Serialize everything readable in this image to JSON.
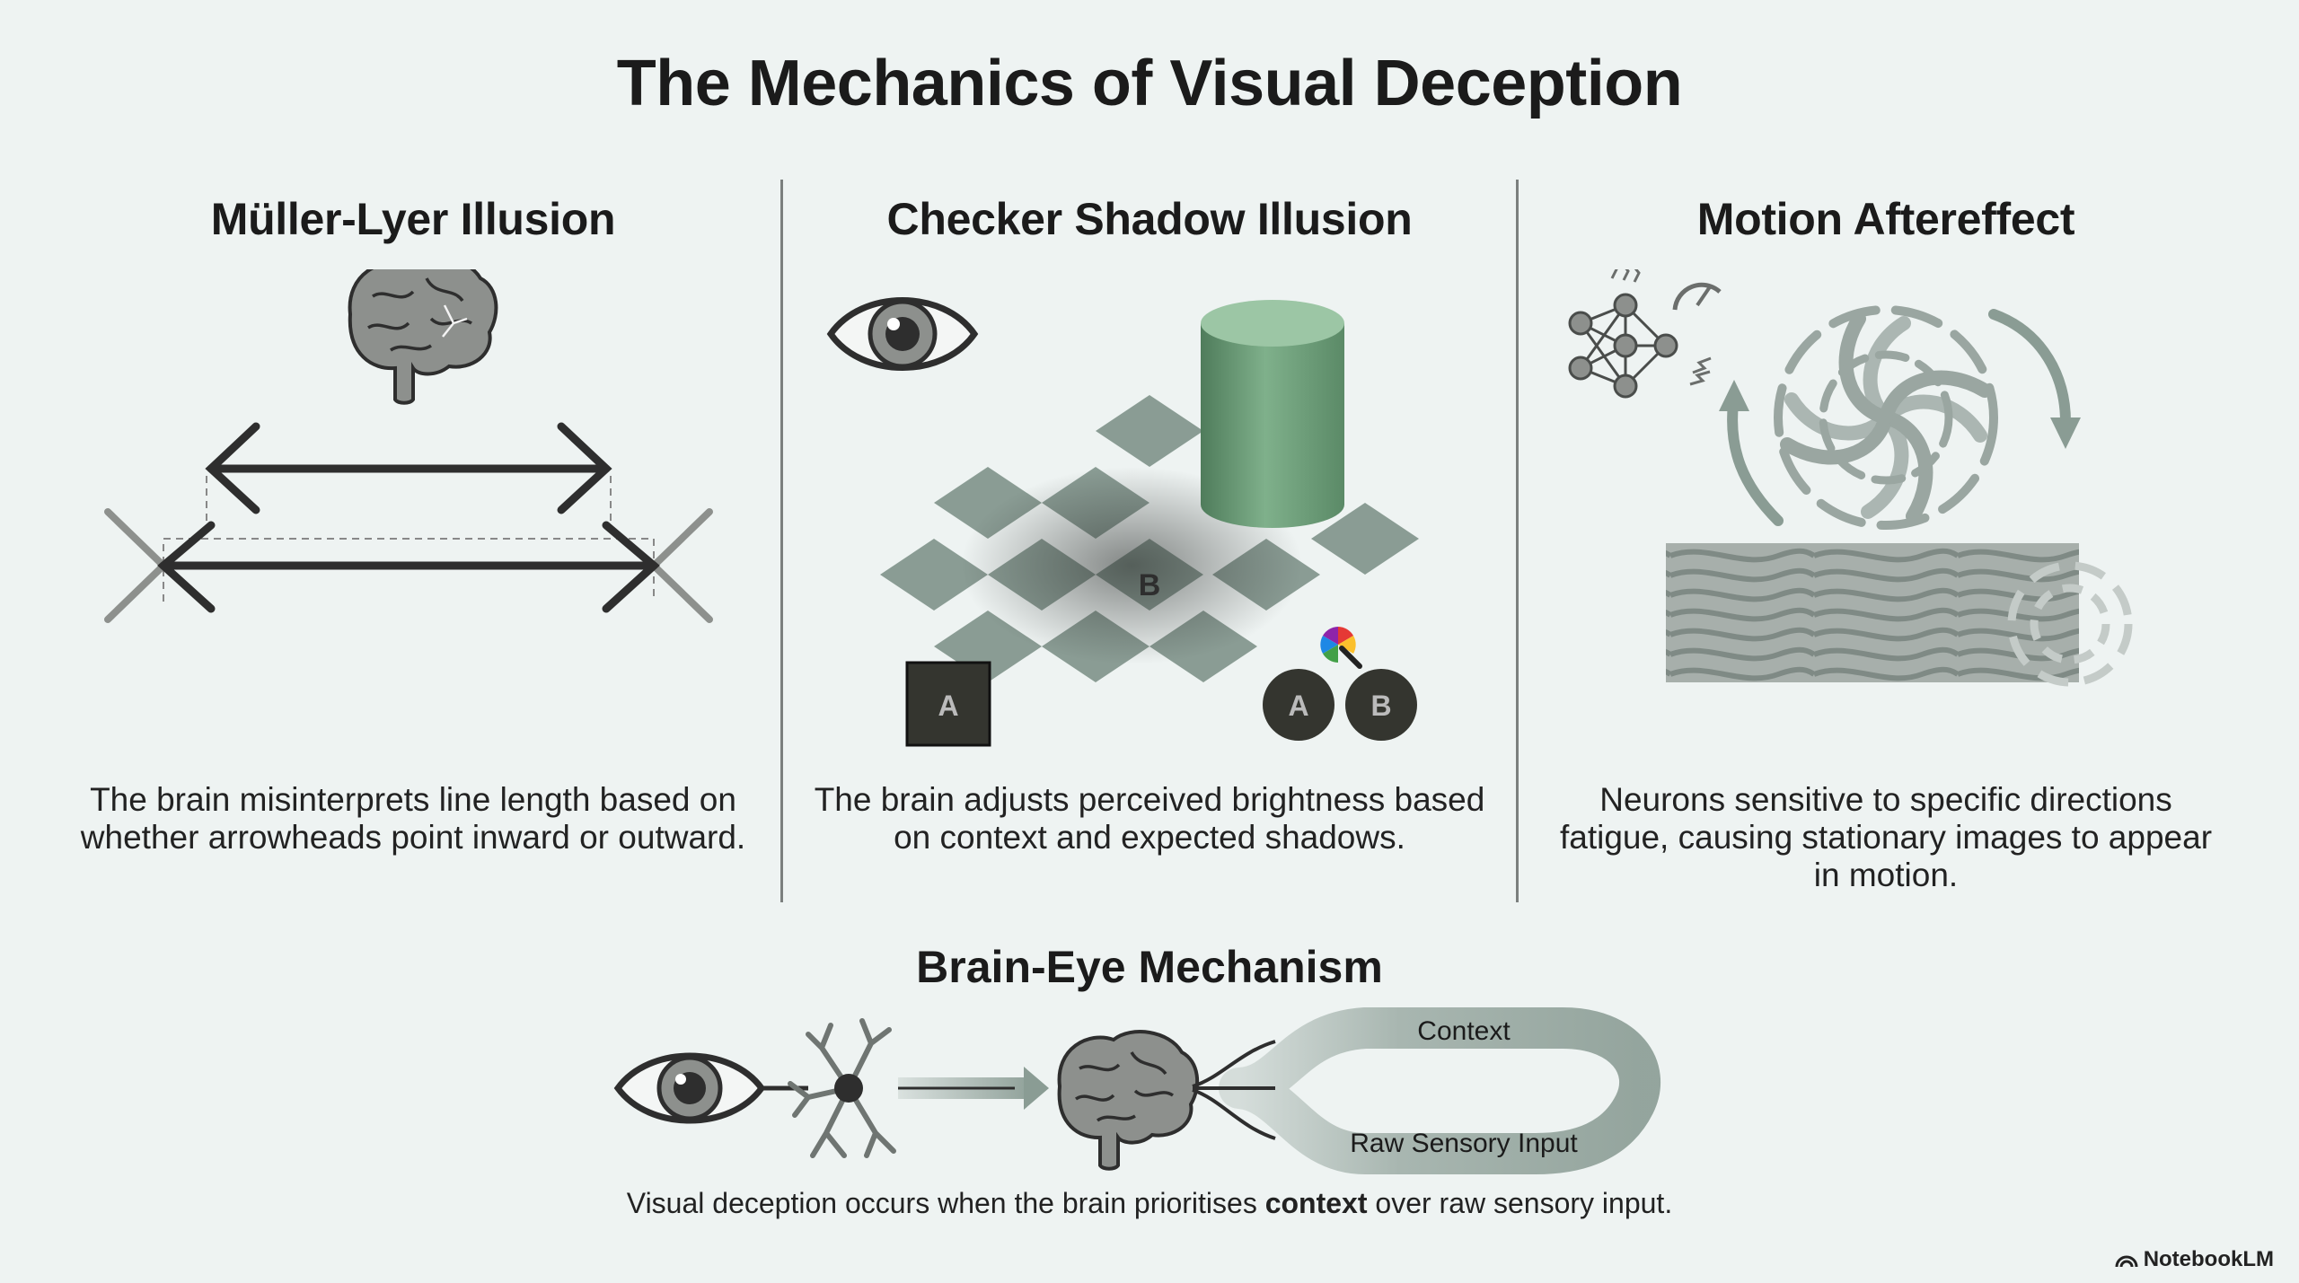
{
  "title": "The Mechanics of Visual Deception",
  "panels": [
    {
      "heading": "Müller-Lyer Illusion",
      "description": "The brain misinterprets line length based on whether arrowheads point inward or outward."
    },
    {
      "heading": "Checker Shadow Illusion",
      "description": "The brain adjusts perceived brightness based on context and expected shadows.",
      "labels": {
        "b_square": "B",
        "a_square": "A",
        "a_circle": "A",
        "b_circle": "B"
      }
    },
    {
      "heading": "Motion Aftereffect",
      "description": "Neurons sensitive to specific directions fatigue, causing stationary images to appear in motion."
    }
  ],
  "mechanism": {
    "heading": "Brain-Eye Mechanism",
    "context_label": "Context",
    "raw_label": "Raw Sensory Input",
    "caption_before": "Visual deception occurs when the brain prioritises ",
    "caption_bold": "context",
    "caption_after": " over raw sensory input."
  },
  "brand": "NotebookLM",
  "colors": {
    "background": "#eef3f2",
    "sage": "#8a9c94",
    "cylinder": "#6f9e7c",
    "dark": "#2f302e",
    "icon_gray": "#8d908d"
  },
  "icons": [
    "brain-icon",
    "eye-icon",
    "neural-network-icon",
    "gauge-icon",
    "spiral-icon",
    "neuron-icon",
    "color-wheel-icon",
    "notebooklm-logo-icon"
  ]
}
